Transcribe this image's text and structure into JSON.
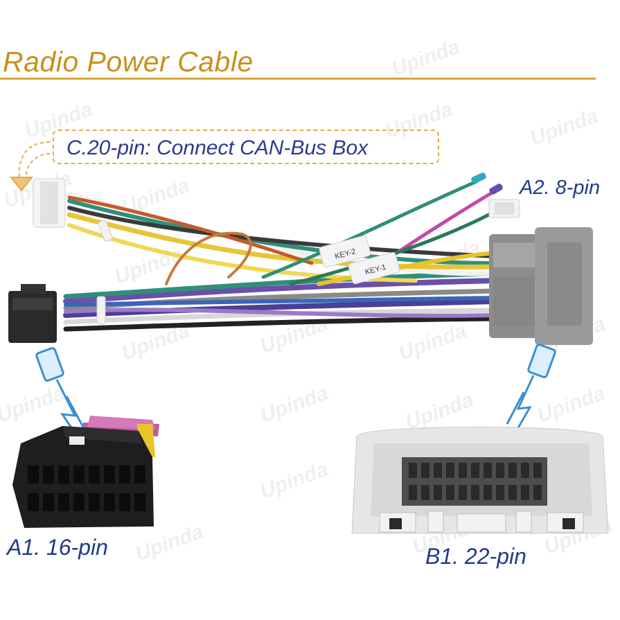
{
  "title": "Radio Power Cable",
  "callout": {
    "text": "C.20-pin: Connect CAN-Bus Box"
  },
  "labels": {
    "a2": "A2. 8-pin",
    "a1": "A1. 16-pin",
    "b1": "B1. 22-pin"
  },
  "tags": {
    "key2": "KEY-2",
    "key1": "KEY-1"
  },
  "watermark": "Upinda",
  "colors": {
    "title": "#c8901c",
    "label": "#1f3a8a",
    "callout_border": "#e8a84a",
    "arrow": "#3b8fd0"
  }
}
